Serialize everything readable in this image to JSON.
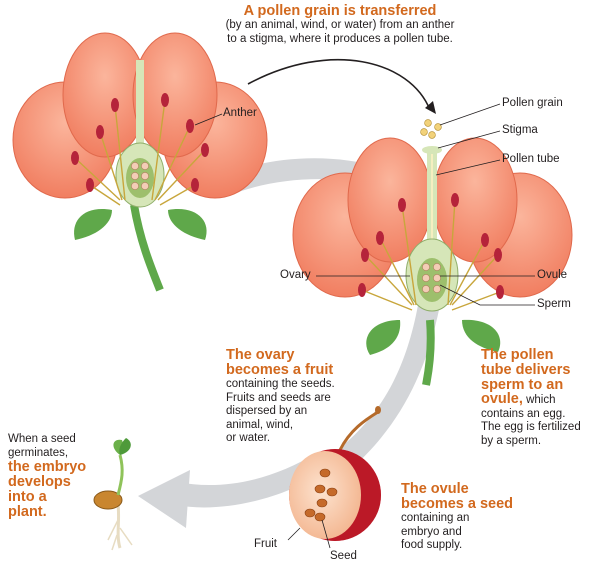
{
  "title": {
    "heading": "A pollen grain is transferred",
    "line1": "(by an animal, wind, or water) from an anther",
    "line2": "to a stigma, where it produces a pollen tube."
  },
  "labels": {
    "anther": "Anther",
    "pollen_grain": "Pollen grain",
    "stigma": "Stigma",
    "pollen_tube": "Pollen tube",
    "ovary": "Ovary",
    "ovule": "Ovule",
    "sperm": "Sperm",
    "fruit": "Fruit",
    "seed": "Seed"
  },
  "steps": {
    "fruit": {
      "heading1": "The ovary",
      "heading2": "becomes a fruit",
      "lines": [
        "containing the seeds.",
        "Fruits and seeds are",
        "dispersed by an",
        "animal, wind,",
        "or water."
      ]
    },
    "pollen_tube": {
      "heading1": "The pollen",
      "heading2": "tube delivers",
      "heading3": "sperm to an",
      "heading4": "ovule,",
      "line4_rest": " which",
      "lines": [
        "contains an egg.",
        "The egg is fertilized",
        "by a sperm."
      ]
    },
    "seed": {
      "heading1": "The ovule",
      "heading2": "becomes a seed",
      "lines": [
        "containing an",
        "embryo and",
        "food supply."
      ]
    },
    "germinate": {
      "lines": [
        "When a seed",
        "germinates,"
      ],
      "heading1": "the embryo",
      "heading2": "develops",
      "heading3": "into a",
      "heading4": "plant."
    }
  },
  "colors": {
    "petal": "#f4876a",
    "petal_edge": "#e0694c",
    "leaf": "#5fa84a",
    "pistil": "#d6e6b8",
    "heading": "#d2691e",
    "arrow": "#d3d5d8",
    "anther": "#b5233a"
  }
}
